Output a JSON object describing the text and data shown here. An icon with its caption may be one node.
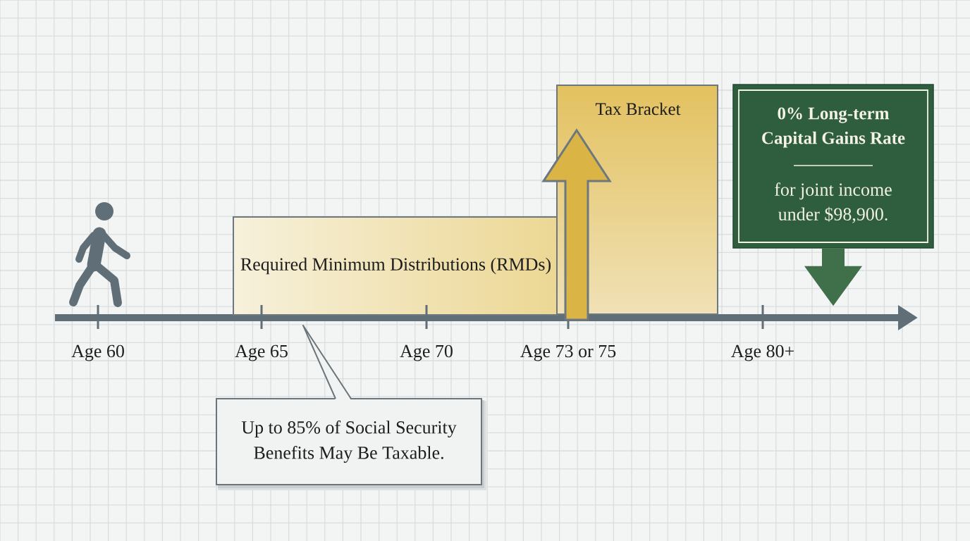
{
  "diagram": {
    "nodes": [
      {
        "text": [
          "Required Minimum Distributions (RMDs)"
        ]
      },
      {
        "text": [
          "Tax Bracket"
        ]
      },
      {
        "text": [
          "0% Long-term Capital Gains Rate",
          "for joint income under $98,900."
        ]
      },
      {
        "text": [
          "Up to 85% of Social Security Benefits May Be Taxable."
        ]
      }
    ],
    "edges": [
      {
        "from": 0,
        "to": 1,
        "arrow": "to",
        "color": "#dbb446"
      },
      {
        "from": 2,
        "to": null,
        "arrow": "to",
        "color": "#3f704a"
      }
    ],
    "labels": [
      "Age 60",
      "Age 65",
      "Age 70",
      "Age 73 or 75",
      "Age 80+"
    ]
  }
}
